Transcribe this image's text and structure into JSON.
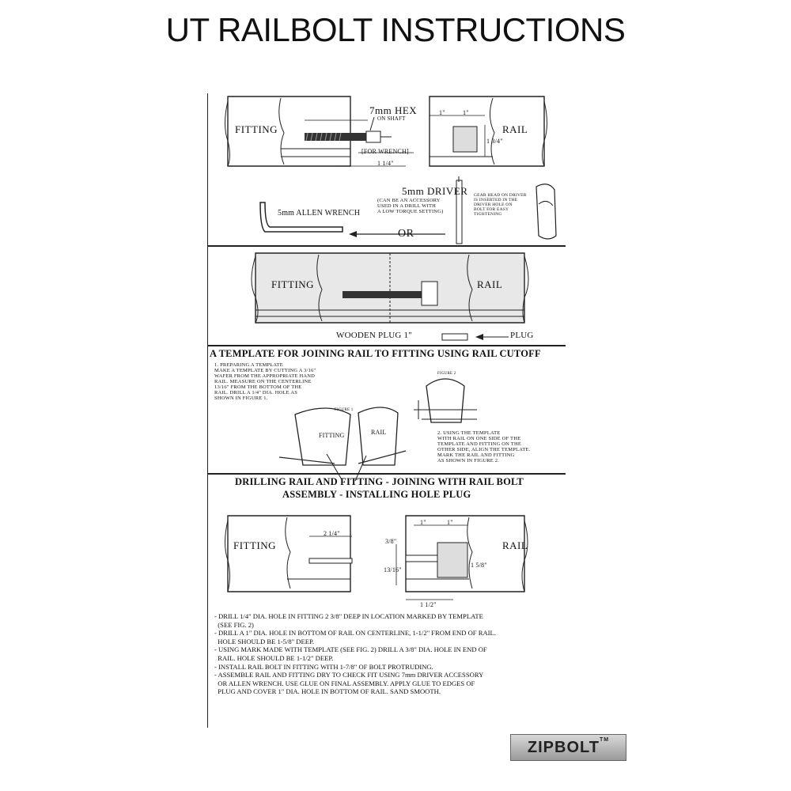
{
  "title": "UT RAILBOLT INSTRUCTIONS",
  "panel1": {
    "fitting": "FITTING",
    "rail": "RAIL",
    "hex": "7mm HEX",
    "on_shaft": "ON SHAFT",
    "for_wrench": "[FOR WRENCH]",
    "one_quarter": "1 1/4\"",
    "one_inch_a": "1\"",
    "one_inch_b": "1\"",
    "one_three_quarter": "1 3/4\"",
    "driver": "5mm DRIVER",
    "driver_note": "(CAN BE AN ACCESSORY\nUSED IN A DRILL WITH\nA LOW TORQUE SETTING)",
    "allen": "5mm ALLEN WRENCH",
    "or": "OR",
    "gear_note": "GEAR HEAD ON DRIVER\nIS INSERTED IN THE\nDRIVER HOLE ON\nBOLT FOR EASY\nTIGHTENING"
  },
  "panel2": {
    "fitting": "FITTING",
    "rail": "RAIL",
    "plug_label": "WOODEN PLUG 1\"",
    "plug": "PLUG"
  },
  "panel3": {
    "heading": "A TEMPLATE FOR JOINING RAIL TO FITTING USING RAIL CUTOFF",
    "step1": "1. PREPARING A TEMPLATE\nMAKE A TEMPLATE BY CUTTING A 3/16\"\nWAFER FROM THE APPROPRIATE HAND\nRAIL. MEASURE ON THE CENTERLINE\n13/16\" FROM THE BOTTOM OF THE\nRAIL. DRILL A 1/4\" DIA. HOLE AS\nSHOWN IN FIGURE 1.",
    "figure1": "FIGURE 1",
    "figure2": "FIGURE 2",
    "fitting": "FITTING",
    "rail": "RAIL",
    "step2": "2. USING THE TEMPLATE\nWITH RAIL ON ONE SIDE OF THE\nTEMPLATE AND FITTING ON THE\nOTHER SIDE, ALIGN THE TEMPLATE.\nMARK THE RAIL AND FITTING\nAS SHOWN IN FIGURE 2."
  },
  "panel4": {
    "heading_line1": "DRILLING RAIL AND FITTING - JOINING WITH RAIL BOLT",
    "heading_line2": "ASSEMBLY - INSTALLING HOLE PLUG",
    "fitting": "FITTING",
    "rail": "RAIL",
    "dim_a": "2 1/4\"",
    "dim_b": "1\"",
    "dim_c": "1\"",
    "dim_d": "1 1/2\"",
    "dim_e": "1 5/8\"",
    "dim_f": "3/8\"",
    "dim_g": "13/16\""
  },
  "notes": [
    "- DRILL 1/4\" DIA. HOLE IN FITTING 2 3/8\" DEEP IN LOCATION MARKED BY TEMPLATE",
    "  (SEE FIG. 2)",
    "- DRILL A 1\" DIA. HOLE IN BOTTOM OF RAIL ON CENTERLINE, 1-1/2\" FROM END OF RAIL.",
    "  HOLE SHOULD BE 1-5/8\" DEEP.",
    "- USING MARK MADE WITH TEMPLATE (SEE FIG. 2) DRILL A 3/8\" DIA. HOLE IN END OF",
    "  RAIL. HOLE SHOULD BE 1-1/2\" DEEP.",
    "- INSTALL RAIL BOLT IN FITTING WITH 1-7/8\" OF BOLT PROTRUDING.",
    "- ASSEMBLE RAIL AND FITTING DRY TO CHECK FIT USING 7mm DRIVER ACCESSORY",
    "  OR ALLEN WRENCH. USE GLUE ON FINAL ASSEMBLY. APPLY GLUE TO EDGES OF",
    "  PLUG AND COVER 1\" DIA. HOLE IN BOTTOM OF RAIL. SAND SMOOTH."
  ],
  "logo": {
    "name": "ZIPBOLT",
    "tm": "TM"
  }
}
